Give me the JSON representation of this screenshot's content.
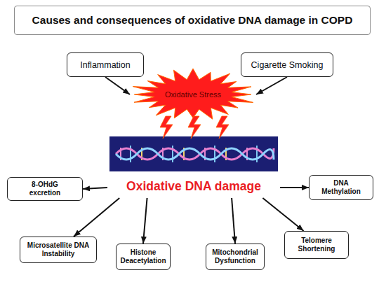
{
  "diagram": {
    "title": "Causes and consequences of oxidative DNA damage in COPD",
    "nodes": [
      {
        "text": [
          "Inflammation"
        ]
      },
      {
        "text": [
          "Cigarette Smoking"
        ]
      },
      {
        "text": [
          "Oxidative Stress"
        ]
      },
      {
        "text": [
          "Oxidative DNA damage"
        ]
      },
      {
        "text": [
          "8-OHdG excretion"
        ]
      },
      {
        "text": [
          "DNA Methylation"
        ]
      },
      {
        "text": [
          "Microsatellite DNA Instability"
        ]
      },
      {
        "text": [
          "Histone Deacetylation"
        ]
      },
      {
        "text": [
          "Mitochondrial Dysfunction"
        ]
      },
      {
        "text": [
          "Telomere Shortening"
        ]
      }
    ],
    "edges": [
      {
        "from": 0,
        "to": 2,
        "arrow": "to"
      },
      {
        "from": 1,
        "to": 2,
        "arrow": "to"
      },
      {
        "from": 3,
        "to": 4,
        "arrow": "to"
      },
      {
        "from": 3,
        "to": 5,
        "arrow": "to"
      },
      {
        "from": 3,
        "to": 6,
        "arrow": "to"
      },
      {
        "from": 3,
        "to": 7,
        "arrow": "to"
      },
      {
        "from": 3,
        "to": 8,
        "arrow": "to"
      },
      {
        "from": 3,
        "to": 9,
        "arrow": "to"
      }
    ]
  }
}
